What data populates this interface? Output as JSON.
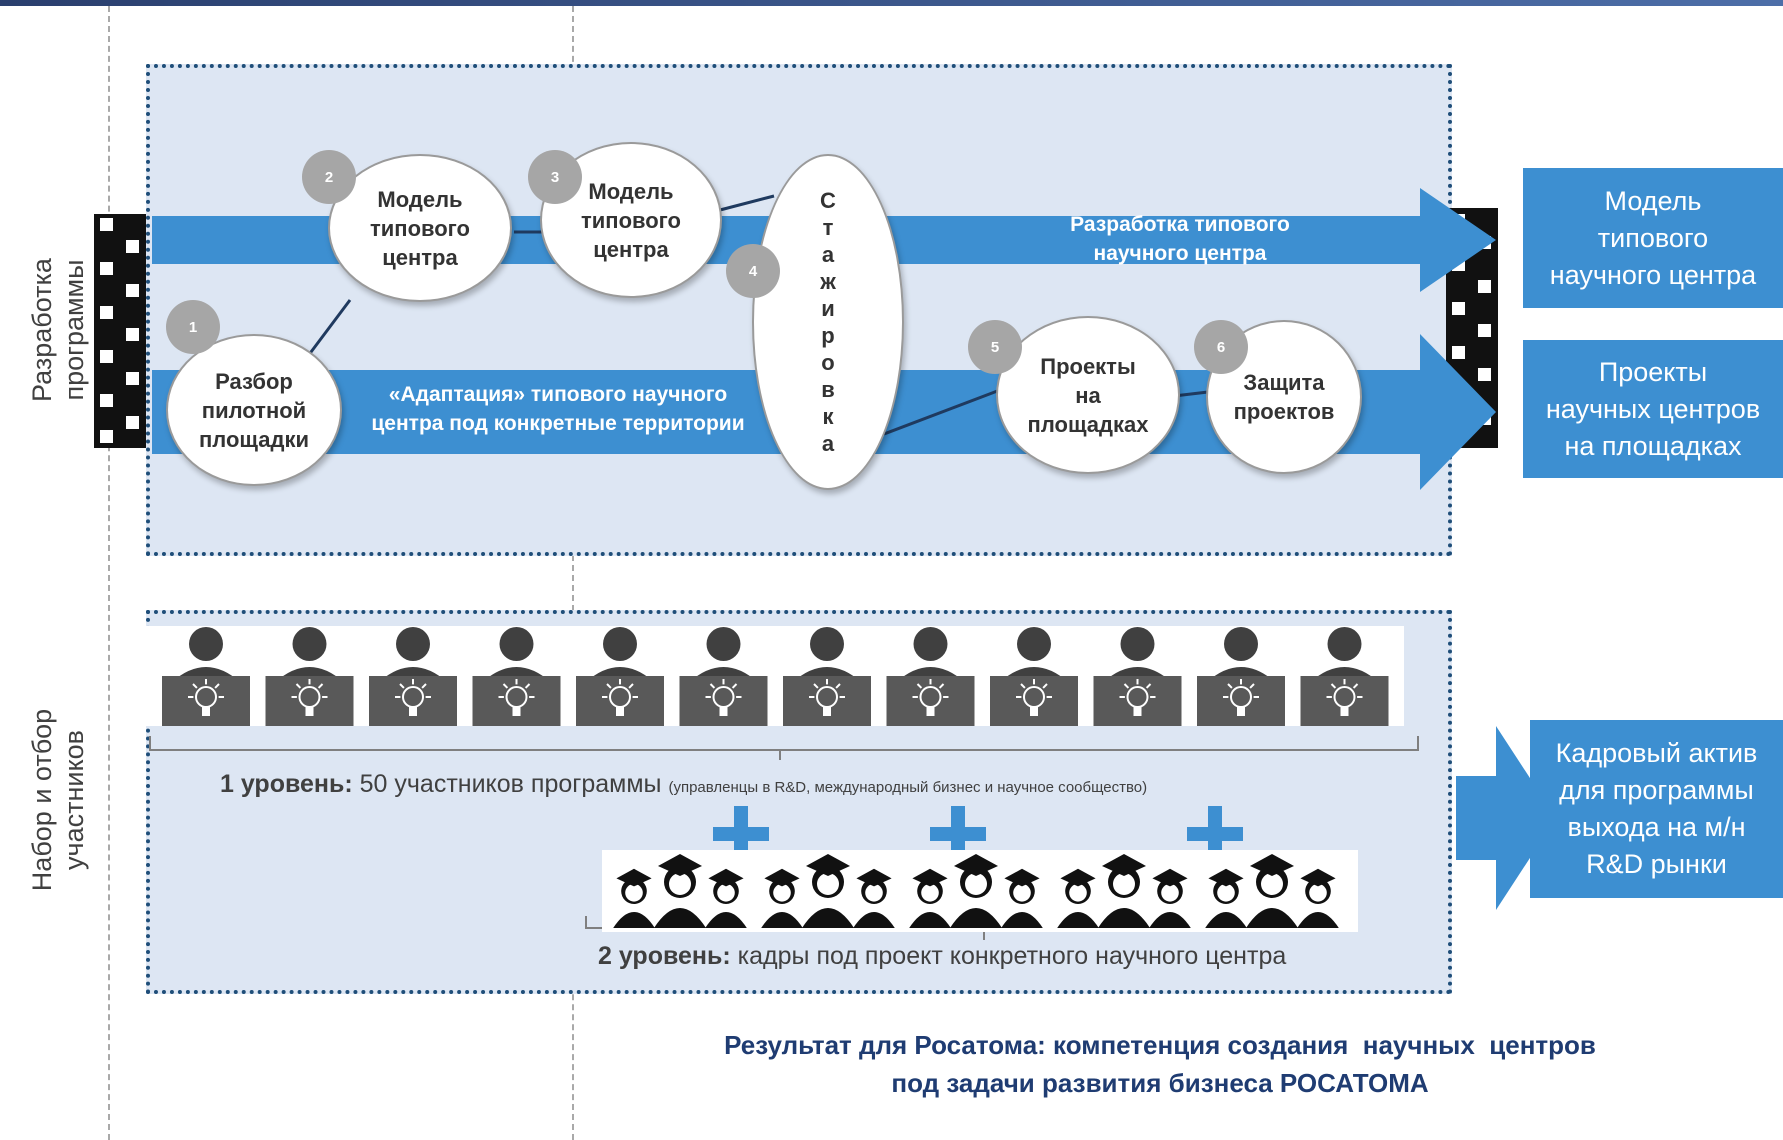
{
  "stage_labels": {
    "program": "Разработка\nпрограммы",
    "participants": "Набор и отбор\nучастников"
  },
  "arrows": {
    "top": "Разработка типового\nнаучного центра",
    "bottom": "«Адаптация» типового научного\nцентра под конкретные территории"
  },
  "steps": [
    {
      "num": "1",
      "label": "Разбор\nпилотной\nплощадки"
    },
    {
      "num": "2",
      "label": "Модель\nтипового\nцентра"
    },
    {
      "num": "3",
      "label": "Модель\nтипового\nцентра"
    },
    {
      "num": "4",
      "label": "С\nт\nа\nж\nи\nр\nо\nв\nк\nа"
    },
    {
      "num": "5",
      "label": "Проекты\nна\nплощадках"
    },
    {
      "num": "6",
      "label": "Защита\nпроектов"
    }
  ],
  "outputs": {
    "model": "Модель\nтипового\nнаучного центра",
    "projects": "Проекты\nнаучных центров\nна площадках",
    "personnel": "Кадровый актив\nдля программы\nвыхода на м/н\nR&D рынки"
  },
  "level1": {
    "bold": "1 уровень:",
    "text": " 50 участников программы ",
    "note": "(управленцы в R&D, международный бизнес  и научное сообщество)"
  },
  "level2": {
    "bold": "2 уровень:",
    "text": " кадры под проект конкретного научного центра"
  },
  "result": "Результат для Росатома: компетенция создания  научных  центров\nпод задачи развития бизнеса РОСАТОМА",
  "colors": {
    "arrow": "#3d8fd1",
    "panel_border": "#1f4e79",
    "panel_fill": "#dde6f3",
    "result_text": "#1f3c72"
  }
}
